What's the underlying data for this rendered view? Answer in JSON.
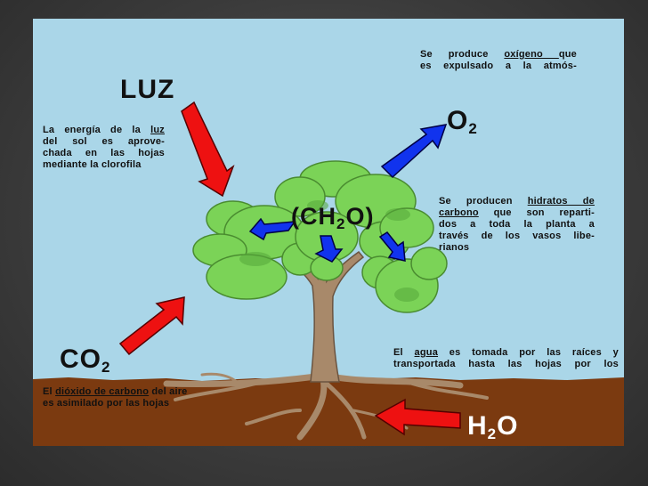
{
  "labels": {
    "luz": "LUZ",
    "o2_main": "O",
    "o2_sub": "2",
    "co2_main": "CO",
    "co2_sub": "2",
    "ch2o_open": "(CH",
    "ch2o_sub": "2",
    "ch2o_close": "O)",
    "h2o_h": "H",
    "h2o_sub": "2",
    "h2o_o": "O"
  },
  "texts": {
    "luz_line1_pre": "La energía de la ",
    "luz_line1_u": "luz",
    "luz_line2": "del sol es aprove-",
    "luz_line3": "chada en las hojas",
    "luz_line4": "mediante la clorofila",
    "oxy_line1_pre": "Se produce ",
    "oxy_line1_u": "oxígeno ",
    "oxy_line1_post": "que",
    "oxy_line2": "es expulsado a la atmós-",
    "carb_line1_pre": "Se producen ",
    "carb_line1_u": "hidratos de",
    "carb_line2_u": "carbono",
    "carb_line2_post": " que son reparti-",
    "carb_line3": "dos a toda la planta a",
    "carb_line4": "través de los vasos libe-",
    "carb_line5": "rianos",
    "water_line1_pre": "El ",
    "water_line1_u": "agua",
    "water_line1_post": " es tomada por las raíces y",
    "water_line2": "transportada hasta las hojas por los",
    "co2_line1_pre": "El ",
    "co2_line1_u": "dióxido de carbono",
    "co2_line1_post": " del aire",
    "co2_line2": "es asimilado por las hojas"
  },
  "colors": {
    "sky": "#aad6e8",
    "soil": "#7b3a10",
    "leaf": "#7bd357",
    "leaf_dark": "#55a83a",
    "trunk": "#a8896a",
    "arrow_red": "#ee1111",
    "arrow_blue": "#1133ee"
  }
}
